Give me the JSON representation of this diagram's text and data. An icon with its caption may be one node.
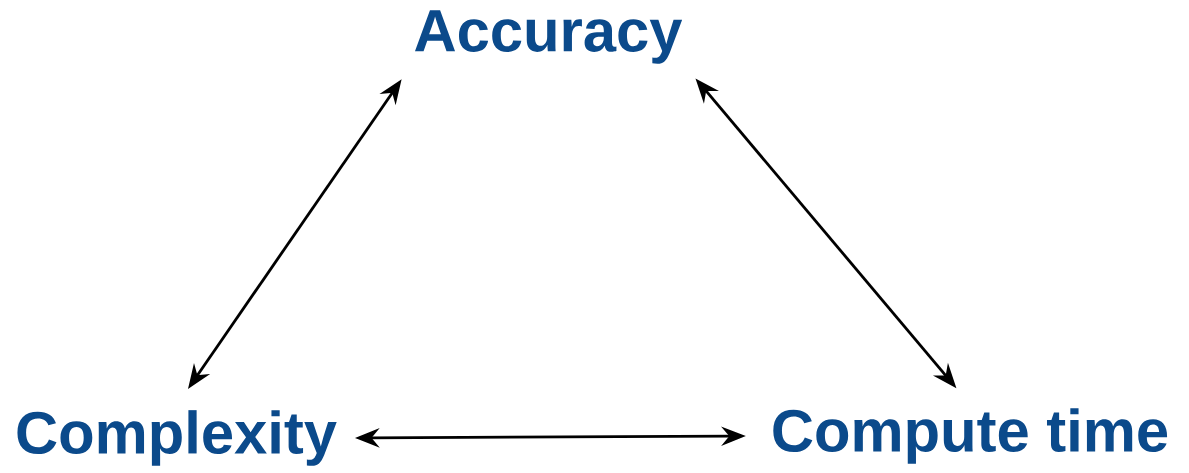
{
  "diagram": {
    "nodes": [
      {
        "text": [
          "Accuracy"
        ]
      },
      {
        "text": [
          "Complexity"
        ]
      },
      {
        "text": [
          "Compute time"
        ]
      }
    ],
    "edges": [
      {
        "from": 0,
        "to": 1,
        "arrow": "both"
      },
      {
        "from": 0,
        "to": 2,
        "arrow": "both"
      },
      {
        "from": 1,
        "to": 2,
        "arrow": "both"
      }
    ]
  }
}
